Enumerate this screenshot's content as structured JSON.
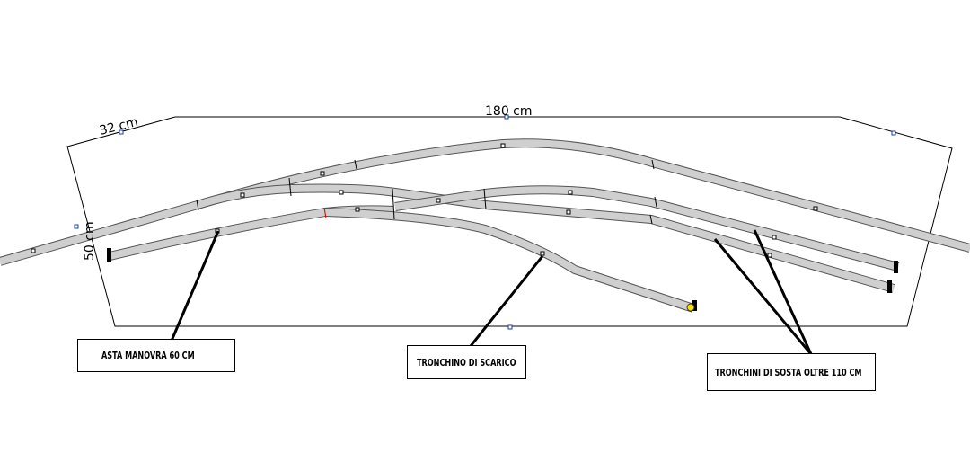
{
  "dimensions": {
    "length": "180 cm",
    "side": "32 cm",
    "depth": "50 cm"
  },
  "labels": {
    "asta": "ASTA MANOVRA 60 CM",
    "scarico": "TRONCHINO DI SCARICO",
    "sosta": "TRONCHINI DI SOSTA OLTRE 110 CM"
  }
}
